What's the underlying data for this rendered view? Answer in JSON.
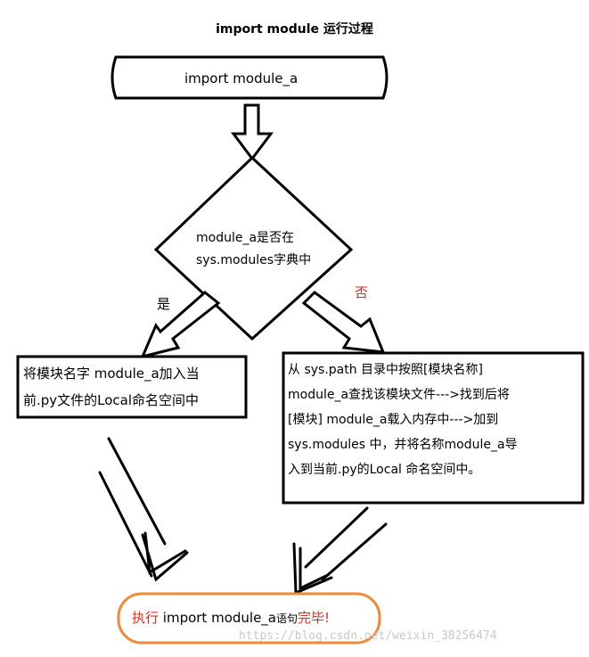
{
  "title": "import module 运行过程",
  "start": {
    "label": "import module_a"
  },
  "decision": {
    "line1": "module_a是否在",
    "line2": "sys.modules字典中"
  },
  "branch_yes": {
    "label": "是"
  },
  "branch_no": {
    "label": "否",
    "color": "#e12b1f"
  },
  "box_yes": {
    "line1": "将模块名字 module_a加入当",
    "line2": "前.py文件的Local命名空间中"
  },
  "box_no": {
    "line1": "从 sys.path 目录中按照[模块名称]",
    "line2": "module_a查找该模块文件--->找到后将",
    "line3": "[模块] module_a载入内存中--->加到",
    "line4": "sys.modules 中，并将名称module_a导",
    "line5": "入到当前.py的Local 命名空间中。"
  },
  "end": {
    "part1": "执行",
    "part2": " import module_a",
    "part3": "语句",
    "part4": "完毕!",
    "border_color": "#f08a3a",
    "text_color": "#e12b1f"
  },
  "watermark": "https://blog.csdn.net/weixin_38256474"
}
